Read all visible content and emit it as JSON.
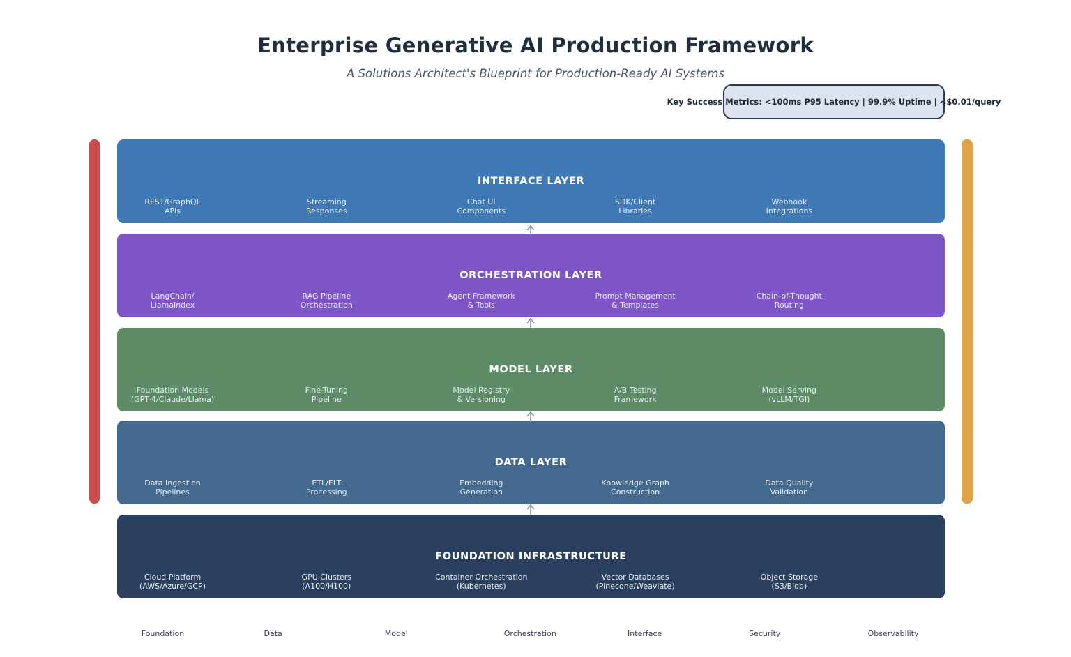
{
  "header": {
    "title": "Enterprise Generative AI Production Framework",
    "subtitle": "A Solutions Architect's Blueprint for Production-Ready AI Systems",
    "metrics_note": "Key Success Metrics: <100ms P95 Latency | 99.9% Uptime | <$0.01/query"
  },
  "layers": [
    {
      "name": "INTERFACE LAYER",
      "color": "#3f7ab7",
      "items": [
        "REST/GraphQL\nAPIs",
        "Streaming\nResponses",
        "Chat UI\nComponents",
        "SDK/Client\nLibraries",
        "Webhook\nIntegrations"
      ]
    },
    {
      "name": "ORCHESTRATION LAYER",
      "color": "#7e55c6",
      "items": [
        "LangChain/\nLlamaIndex",
        "RAG Pipeline\nOrchestration",
        "Agent Framework\n& Tools",
        "Prompt Management\n& Templates",
        "Chain-of-Thought\nRouting"
      ]
    },
    {
      "name": "MODEL LAYER",
      "color": "#5d8b66",
      "items": [
        "Foundation Models\n(GPT-4/Claude/Llama)",
        "Fine-Tuning\nPipeline",
        "Model Registry\n& Versioning",
        "A/B Testing\nFramework",
        "Model Serving\n(vLLM/TGI)"
      ]
    },
    {
      "name": "DATA LAYER",
      "color": "#44698e",
      "items": [
        "Data Ingestion\nPipelines",
        "ETL/ELT\nProcessing",
        "Embedding\nGeneration",
        "Knowledge Graph\nConstruction",
        "Data Quality\nValidation"
      ]
    },
    {
      "name": "FOUNDATION INFRASTRUCTURE",
      "color": "#2b3f5e",
      "items": [
        "Cloud Platform\n(AWS/Azure/GCP)",
        "GPU Clusters\n(A100/H100)",
        "Container Orchestration\n(Kubernetes)",
        "Vector Databases\n(Pinecone/Weaviate)",
        "Object Storage\n(S3/Blob)"
      ]
    }
  ],
  "side_bars": {
    "left": {
      "color": "#cc4b4b"
    },
    "right": {
      "color": "#dfa443"
    }
  },
  "arrow_color": "#7d8ba1",
  "bottom_labels": [
    "Foundation",
    "Data",
    "Model",
    "Orchestration",
    "Interface",
    "Security",
    "Observability"
  ]
}
